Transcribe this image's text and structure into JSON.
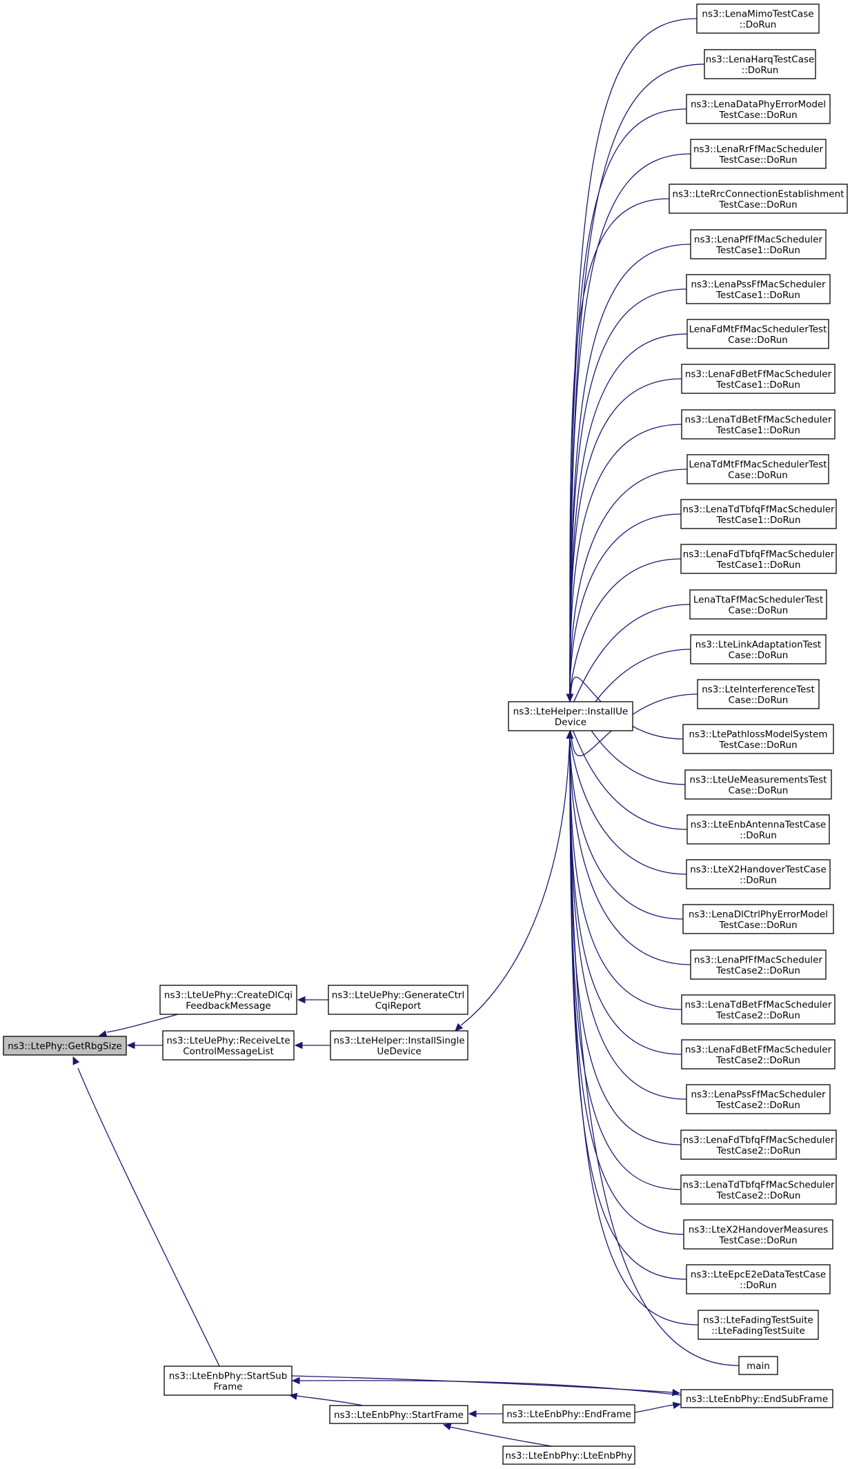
{
  "nodes": {
    "getrbgsize": [
      "ns3::LtePhy::GetRbgSize"
    ],
    "createdlcqi": [
      "ns3::LteUePhy::CreateDlCqi",
      "FeedbackMessage"
    ],
    "receivelte": [
      "ns3::LteUePhy::ReceiveLte",
      "ControlMessageList"
    ],
    "generatectrl": [
      "ns3::LteUePhy::GenerateCtrl",
      "CqiReport"
    ],
    "installsingle": [
      "ns3::LteHelper::InstallSingle",
      "UeDevice"
    ],
    "installue": [
      "ns3::LteHelper::InstallUe",
      "Device"
    ],
    "mimo": [
      "ns3::LenaMimoTestCase",
      "::DoRun"
    ],
    "harq": [
      "ns3::LenaHarqTestCase",
      "::DoRun"
    ],
    "dataphy": [
      "ns3::LenaDataPhyErrorModel",
      "TestCase::DoRun"
    ],
    "rrff": [
      "ns3::LenaRrFfMacScheduler",
      "TestCase::DoRun"
    ],
    "rrcconn": [
      "ns3::LteRrcConnectionEstablishment",
      "TestCase::DoRun"
    ],
    "pfff1": [
      "ns3::LenaPfFfMacScheduler",
      "TestCase1::DoRun"
    ],
    "pssff1": [
      "ns3::LenaPssFfMacScheduler",
      "TestCase1::DoRun"
    ],
    "fdmt": [
      "LenaFdMtFfMacSchedulerTest",
      "Case::DoRun"
    ],
    "fdbet1": [
      "ns3::LenaFdBetFfMacScheduler",
      "TestCase1::DoRun"
    ],
    "tdbet1": [
      "ns3::LenaTdBetFfMacScheduler",
      "TestCase1::DoRun"
    ],
    "tdmt": [
      "LenaTdMtFfMacSchedulerTest",
      "Case::DoRun"
    ],
    "tdtbfq1": [
      "ns3::LenaTdTbfqFfMacScheduler",
      "TestCase1::DoRun"
    ],
    "fdtbfq1": [
      "ns3::LenaFdTbfqFfMacScheduler",
      "TestCase1::DoRun"
    ],
    "tta": [
      "LenaTtaFfMacSchedulerTest",
      "Case::DoRun"
    ],
    "linkadapt": [
      "ns3::LteLinkAdaptationTest",
      "Case::DoRun"
    ],
    "interference": [
      "ns3::LteInterferenceTest",
      "Case::DoRun"
    ],
    "pathloss": [
      "ns3::LtePathlossModelSystem",
      "TestCase::DoRun"
    ],
    "uemeas": [
      "ns3::LteUeMeasurementsTest",
      "Case::DoRun"
    ],
    "enbantenna": [
      "ns3::LteEnbAntennaTestCase",
      "::DoRun"
    ],
    "x2handover": [
      "ns3::LteX2HandoverTestCase",
      "::DoRun"
    ],
    "dlctrl": [
      "ns3::LenaDlCtrlPhyErrorModel",
      "TestCase::DoRun"
    ],
    "pfff2": [
      "ns3::LenaPfFfMacScheduler",
      "TestCase2::DoRun"
    ],
    "tdbet2": [
      "ns3::LenaTdBetFfMacScheduler",
      "TestCase2::DoRun"
    ],
    "fdbet2": [
      "ns3::LenaFdBetFfMacScheduler",
      "TestCase2::DoRun"
    ],
    "pssff2": [
      "ns3::LenaPssFfMacScheduler",
      "TestCase2::DoRun"
    ],
    "fdtbfq2": [
      "ns3::LenaFdTbfqFfMacScheduler",
      "TestCase2::DoRun"
    ],
    "tdtbfq2": [
      "ns3::LenaTdTbfqFfMacScheduler",
      "TestCase2::DoRun"
    ],
    "x2measures": [
      "ns3::LteX2HandoverMeasures",
      "TestCase::DoRun"
    ],
    "epce2e": [
      "ns3::LteEpcE2eDataTestCase",
      "::DoRun"
    ],
    "fadingsuite": [
      "ns3::LteFadingTestSuite",
      "::LteFadingTestSuite"
    ],
    "main": [
      "main"
    ],
    "startsubframe": [
      "ns3::LteEnbPhy::StartSub",
      "Frame"
    ],
    "endsubframe": [
      "ns3::LteEnbPhy::EndSubFrame"
    ],
    "startframe": [
      "ns3::LteEnbPhy::StartFrame"
    ],
    "endframe": [
      "ns3::LteEnbPhy::EndFrame"
    ],
    "lteenbphy": [
      "ns3::LteEnbPhy::LteEnbPhy"
    ]
  },
  "edges": [
    [
      "createdlcqi",
      "getrbgsize"
    ],
    [
      "receivelte",
      "getrbgsize"
    ],
    [
      "startsubframe",
      "getrbgsize"
    ],
    [
      "generatectrl",
      "createdlcqi"
    ],
    [
      "installsingle",
      "receivelte"
    ],
    [
      "installue",
      "installsingle"
    ],
    [
      "mimo",
      "installue"
    ],
    [
      "harq",
      "installue"
    ],
    [
      "dataphy",
      "installue"
    ],
    [
      "rrff",
      "installue"
    ],
    [
      "rrcconn",
      "installue"
    ],
    [
      "pfff1",
      "installue"
    ],
    [
      "pssff1",
      "installue"
    ],
    [
      "fdmt",
      "installue"
    ],
    [
      "fdbet1",
      "installue"
    ],
    [
      "tdbet1",
      "installue"
    ],
    [
      "tdmt",
      "installue"
    ],
    [
      "tdtbfq1",
      "installue"
    ],
    [
      "fdtbfq1",
      "installue"
    ],
    [
      "tta",
      "installue"
    ],
    [
      "linkadapt",
      "installue"
    ],
    [
      "interference",
      "installue"
    ],
    [
      "pathloss",
      "installue"
    ],
    [
      "uemeas",
      "installue"
    ],
    [
      "enbantenna",
      "installue"
    ],
    [
      "x2handover",
      "installue"
    ],
    [
      "dlctrl",
      "installue"
    ],
    [
      "pfff2",
      "installue"
    ],
    [
      "tdbet2",
      "installue"
    ],
    [
      "fdbet2",
      "installue"
    ],
    [
      "pssff2",
      "installue"
    ],
    [
      "fdtbfq2",
      "installue"
    ],
    [
      "tdtbfq2",
      "installue"
    ],
    [
      "x2measures",
      "installue"
    ],
    [
      "epce2e",
      "installue"
    ],
    [
      "fadingsuite",
      "installue"
    ],
    [
      "main",
      "installue"
    ],
    [
      "endsubframe",
      "startsubframe"
    ],
    [
      "startframe",
      "startsubframe"
    ],
    [
      "startsubframe",
      "endsubframe"
    ],
    [
      "endframe",
      "endsubframe"
    ],
    [
      "endframe",
      "startframe"
    ],
    [
      "lteenbphy",
      "startframe"
    ]
  ],
  "colors": {
    "edge": "#191970",
    "root_fill": "#bfbfbf",
    "node_fill": "#ffffff",
    "node_border": "#000000"
  }
}
